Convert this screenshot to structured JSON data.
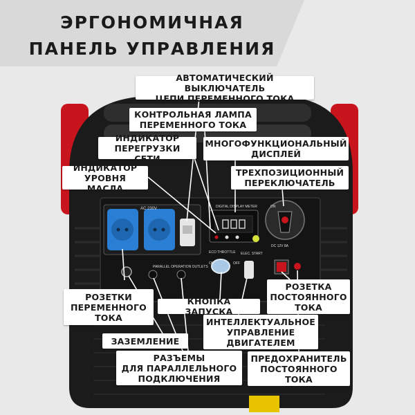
{
  "header": {
    "line1": "ЭРГОНОМИЧНАЯ",
    "line2": "ПАНЕЛЬ УПРАВЛЕНИЯ"
  },
  "panel": {
    "socket_label": "AC 230V",
    "display_label": "DIGITAL DISPLAY METER",
    "eco_label": "ECO THROTTLE",
    "elec_start_label": "ELEC. START",
    "on_label": "ON",
    "off_label": "OFF",
    "parallel_label": "PARALLEL\nOPERATION OUTLETS",
    "dc_label": "DC 12V 8A",
    "switch_label": "ON"
  },
  "callouts": {
    "breaker": "АВТОМАТИЧЕСКИЙ ВЫКЛЮЧАТЕЛЬ\nЦЕПИ ПЕРЕМЕННОГО ТОКА",
    "ac_lamp": "КОНТРОЛЬНАЯ ЛАМПА\nПЕРЕМЕННОГО ТОКА",
    "overload": "ИНДИКАТОР\nПЕРЕГРУЗКИ СЕТИ",
    "display": "МНОГОФУНКЦИОНАЛЬНЫЙ\nДИСПЛЕЙ",
    "oil": "ИНДИКАТОР\nУРОВНЯ МАСЛА",
    "switch3": "ТРЕХПОЗИЦИОННЫЙ\nПЕРЕКЛЮЧАТЕЛЬ",
    "ac_sockets": "РОЗЕТКИ\nПЕРЕМЕННОГО\nТОКА",
    "start_button": "КНОПКА ЗАПУСКА",
    "dc_socket": "РОЗЕТКА\nПОСТОЯННОГО\nТОКА",
    "ground": "ЗАЗЕМЛЕНИЕ",
    "smart_control": "ИНТЕЛЛЕКТУАЛЬНОЕ\nУПРАВЛЕНИЕ\nДВИГАТЕЛЕМ",
    "parallel": "РАЗЪЕМЫ\nДЛЯ ПАРАЛЛЕЛЬНОГО\nПОДКЛЮЧЕНИЯ",
    "dc_fuse": "ПРЕДОХРАНИТЕЛЬ\nПОСТОЯННОГО\nТОКА"
  },
  "colors": {
    "background": "#e9e9e9",
    "header": "#d9d9d9",
    "body": "#1b1b1b",
    "accent_red": "#c8141c",
    "socket_blue": "#2a7fd4",
    "callout_bg": "#ffffff",
    "text": "#1a1a1a",
    "display_green": "#d6e33a"
  }
}
